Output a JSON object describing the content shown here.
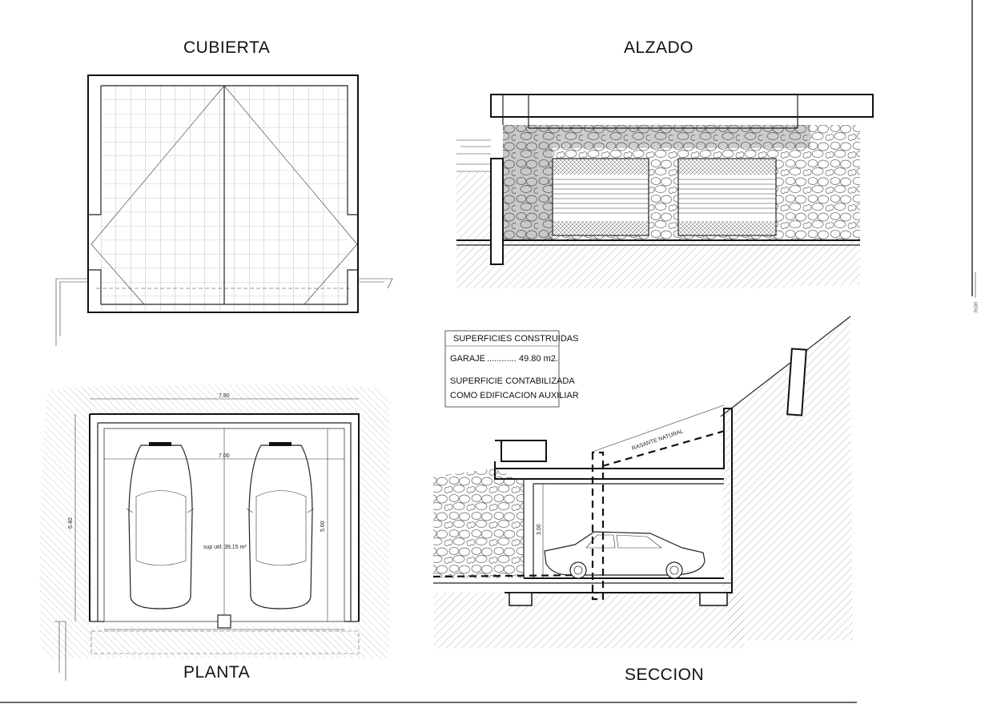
{
  "views": {
    "cubierta": "CUBIERTA",
    "alzado": "ALZADO",
    "planta": "PLANTA",
    "seccion": "SECCION"
  },
  "table": {
    "header": "SUPERFICIES CONSTRUIDAS",
    "garaje_label": "GARAJE",
    "garaje_dots": "............",
    "garaje_value": "49.80 m2.",
    "note_line1": "SUPERFICIE CONTABILIZADA",
    "note_line2": "COMO EDIFICACION AUXILIAR"
  },
  "dimensions": {
    "planta_outer_width": "7.80",
    "planta_inner_width": "7.00",
    "planta_outer_depth": "6.40",
    "planta_inner_depth": "5.60",
    "planta_useful_area": "sup util: 39.15 m²",
    "seccion_height": "3.00"
  },
  "annotations": {
    "rasante": "RASANTE NATURAL",
    "margin_code": "ROR"
  }
}
